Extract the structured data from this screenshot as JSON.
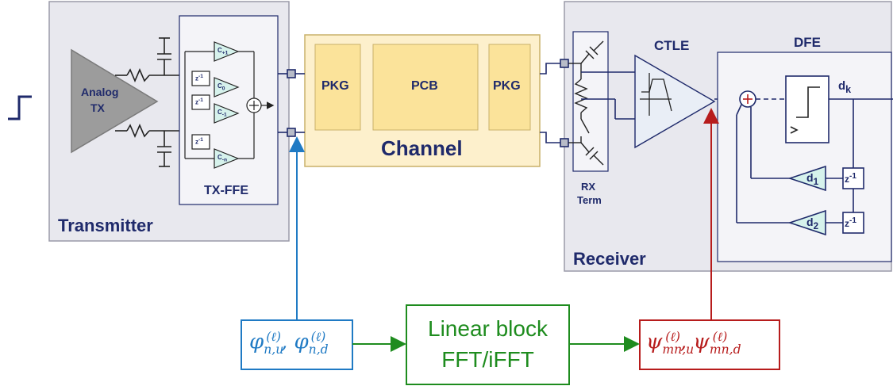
{
  "transmitter": {
    "title": "Transmitter",
    "analog_tx": [
      "Analog",
      "TX"
    ],
    "ffe_title": "TX-FFE",
    "ffe_taps": [
      "C+1",
      "C0",
      "C-1",
      "C-n"
    ],
    "delay_label": "z-1"
  },
  "channel": {
    "title": "Channel",
    "blocks": [
      "PKG",
      "PCB",
      "PKG"
    ]
  },
  "receiver": {
    "title": "Receiver",
    "rx_term": [
      "RX",
      "Term"
    ],
    "ctle": "CTLE",
    "dfe_title": "DFE",
    "output": "dk",
    "taps": [
      "d1",
      "d2"
    ],
    "delay_label": "z-1"
  },
  "bottom": {
    "input_params": "φn,u(ℓ), φn,d(ℓ)",
    "linear_block": [
      "Linear block",
      "FFT/iFFT"
    ],
    "output_params": "ψmn,u(ℓ), ψmn,d(ℓ)"
  },
  "colors": {
    "panel_fill": "#e8e8ee",
    "channel_fill": "#fdf0cc",
    "block_fill": "#fbe39a",
    "label_navy": "#1f2a6b",
    "blue_arrow": "#1f7ac4",
    "green_arrow": "#1e8c1e",
    "red_arrow": "#b71c1c"
  }
}
